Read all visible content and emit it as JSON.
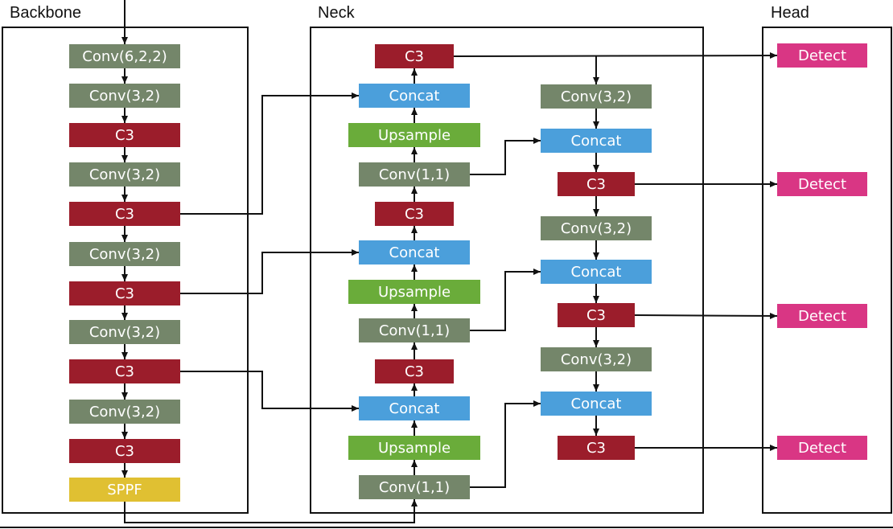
{
  "sections": {
    "backbone": "Backbone",
    "neck": "Neck",
    "head": "Head"
  },
  "colors": {
    "conv": "#74866a",
    "c3": "#9b1d2b",
    "concat": "#4b9fdb",
    "upsample": "#6aac3a",
    "sppf": "#e0c032",
    "detect": "#d93684",
    "line": "#111111"
  },
  "backbone_blocks": [
    {
      "label": "Conv(6,2,2)",
      "kind": "conv"
    },
    {
      "label": "Conv(3,2)",
      "kind": "conv"
    },
    {
      "label": "C3",
      "kind": "c3"
    },
    {
      "label": "Conv(3,2)",
      "kind": "conv"
    },
    {
      "label": "C3",
      "kind": "c3"
    },
    {
      "label": "Conv(3,2)",
      "kind": "conv"
    },
    {
      "label": "C3",
      "kind": "c3"
    },
    {
      "label": "Conv(3,2)",
      "kind": "conv"
    },
    {
      "label": "C3",
      "kind": "c3"
    },
    {
      "label": "Conv(3,2)",
      "kind": "conv"
    },
    {
      "label": "C3",
      "kind": "c3"
    },
    {
      "label": "SPPF",
      "kind": "sppf"
    }
  ],
  "neck_up_blocks": [
    {
      "label": "C3",
      "kind": "c3"
    },
    {
      "label": "Concat",
      "kind": "concat"
    },
    {
      "label": "Upsample",
      "kind": "upsample"
    },
    {
      "label": "Conv(1,1)",
      "kind": "conv"
    },
    {
      "label": "C3",
      "kind": "c3"
    },
    {
      "label": "Concat",
      "kind": "concat"
    },
    {
      "label": "Upsample",
      "kind": "upsample"
    },
    {
      "label": "Conv(1,1)",
      "kind": "conv"
    },
    {
      "label": "C3",
      "kind": "c3"
    },
    {
      "label": "Concat",
      "kind": "concat"
    },
    {
      "label": "Upsample",
      "kind": "upsample"
    },
    {
      "label": "Conv(1,1)",
      "kind": "conv"
    }
  ],
  "neck_down_blocks": [
    {
      "label": "Conv(3,2)",
      "kind": "conv"
    },
    {
      "label": "Concat",
      "kind": "concat"
    },
    {
      "label": "C3",
      "kind": "c3"
    },
    {
      "label": "Conv(3,2)",
      "kind": "conv"
    },
    {
      "label": "Concat",
      "kind": "concat"
    },
    {
      "label": "C3",
      "kind": "c3"
    },
    {
      "label": "Conv(3,2)",
      "kind": "conv"
    },
    {
      "label": "Concat",
      "kind": "concat"
    },
    {
      "label": "C3",
      "kind": "c3"
    }
  ],
  "head_blocks": [
    {
      "label": "Detect",
      "kind": "detect"
    },
    {
      "label": "Detect",
      "kind": "detect"
    },
    {
      "label": "Detect",
      "kind": "detect"
    },
    {
      "label": "Detect",
      "kind": "detect"
    }
  ]
}
